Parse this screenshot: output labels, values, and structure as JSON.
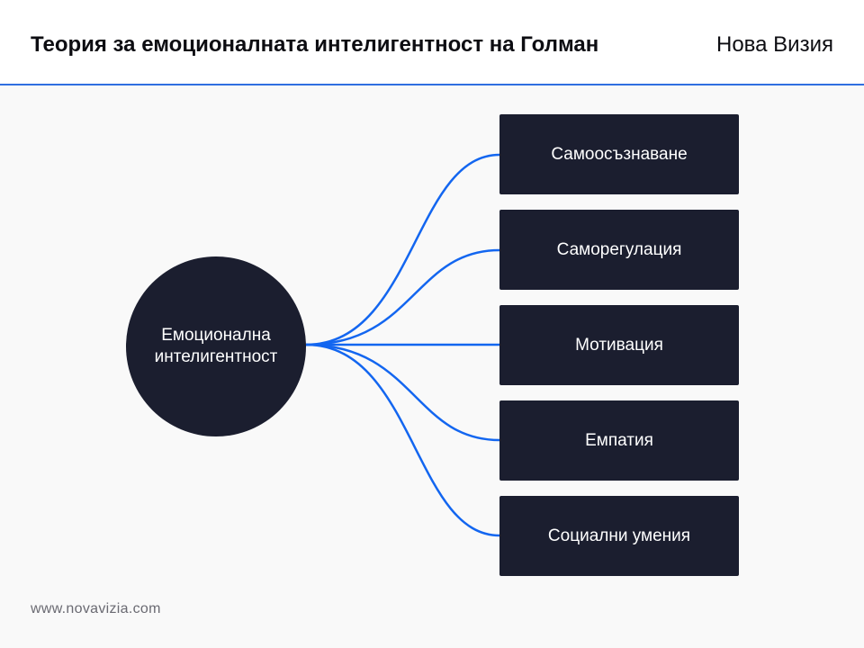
{
  "header": {
    "title": "Теория за емоционалната интелигентност на Голман",
    "brand": "Нова Визия"
  },
  "diagram": {
    "center": "Емоционална интелигентност",
    "branches": [
      "Самоосъзнаване",
      "Саморегулация",
      "Мотивация",
      "Емпатия",
      "Социални умения"
    ]
  },
  "footer": {
    "url": "www.novavizia.com"
  },
  "colors": {
    "accent": "#1366f0",
    "node": "#1b1e2f",
    "background": "#f9f9f9"
  }
}
